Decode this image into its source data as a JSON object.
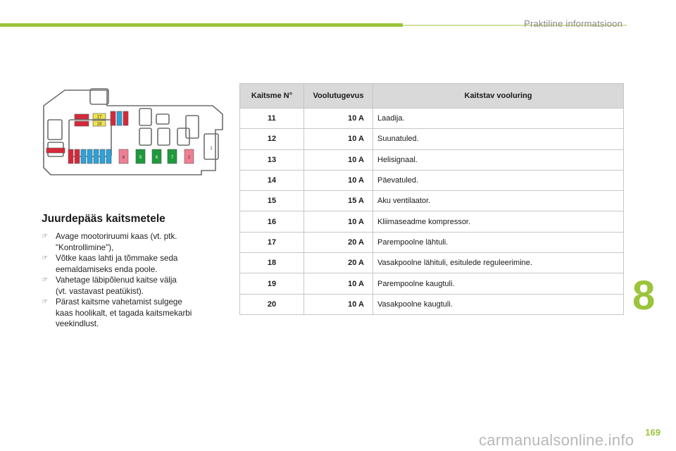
{
  "header": {
    "title": "Praktiline informatsioon"
  },
  "section": {
    "title": "Juurdepääs kaitsmetele",
    "steps": [
      {
        "line1": "Avage mootoriruumi kaas (vt. ptk.",
        "line2": "\"Kontrollimine\"),"
      },
      {
        "line1": "Võtke kaas lahti ja tõmmake seda",
        "line2": "eemaldamiseks enda poole."
      },
      {
        "line1": "Vahetage läbipõlenud kaitse välja",
        "line2": "(vt. vastavast peatükist)."
      },
      {
        "line1": "Pärast kaitsme vahetamist sulgege",
        "line2": "kaas hoolikalt, et tagada kaitsmekarbi",
        "line3": "veekindlust."
      }
    ]
  },
  "diagram": {
    "labels": {
      "f17": "17",
      "f18": "18",
      "f8": "8",
      "f5": "5",
      "f6": "6",
      "f7": "7",
      "f2": "2",
      "f1": "1"
    },
    "colors": {
      "red": "#d6283a",
      "yellow": "#f1e24d",
      "blue": "#2aa3dc",
      "green": "#1e9a3c",
      "pink": "#f07f94"
    }
  },
  "table": {
    "headers": {
      "num": "Kaitsme N°",
      "amp": "Voolutugevus",
      "desc": "Kaitstav vooluring"
    },
    "rows": [
      {
        "num": "11",
        "amp": "10 A",
        "desc": "Laadija."
      },
      {
        "num": "12",
        "amp": "10 A",
        "desc": "Suunatuled."
      },
      {
        "num": "13",
        "amp": "10 A",
        "desc": "Helisignaal."
      },
      {
        "num": "14",
        "amp": "10 A",
        "desc": "Päevatuled."
      },
      {
        "num": "15",
        "amp": "15 A",
        "desc": "Aku ventilaator."
      },
      {
        "num": "16",
        "amp": "10 A",
        "desc": "Kliimaseadme kompressor."
      },
      {
        "num": "17",
        "amp": "20 A",
        "desc": "Parempoolne lähtuli."
      },
      {
        "num": "18",
        "amp": "20 A",
        "desc": "Vasakpoolne lähituli, esitulede reguleerimine."
      },
      {
        "num": "19",
        "amp": "10 A",
        "desc": "Parempoolne kaugtuli."
      },
      {
        "num": "20",
        "amp": "10 A",
        "desc": "Vasakpoolne kaugtuli."
      }
    ]
  },
  "chapter": {
    "number": "8"
  },
  "footer": {
    "page": "169",
    "watermark": "carmanualsonline.info"
  }
}
